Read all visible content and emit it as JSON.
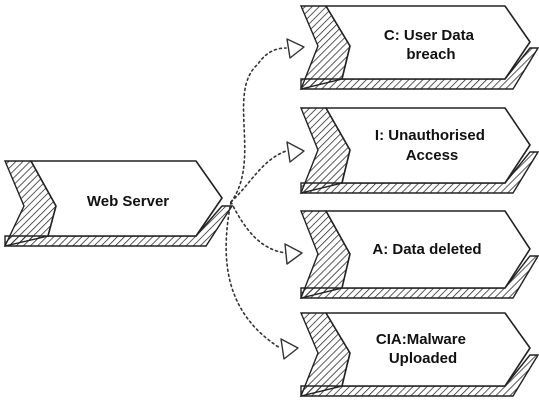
{
  "diagram": {
    "source": {
      "label": "Web Server"
    },
    "targets": [
      {
        "label_lines": [
          "C: User Data",
          "breach"
        ]
      },
      {
        "label_lines": [
          "I: Unauthorised",
          "Access"
        ]
      },
      {
        "label_lines": [
          "A: Data deleted"
        ]
      },
      {
        "label_lines": [
          "CIA:Malware",
          "Uploaded"
        ]
      }
    ]
  }
}
